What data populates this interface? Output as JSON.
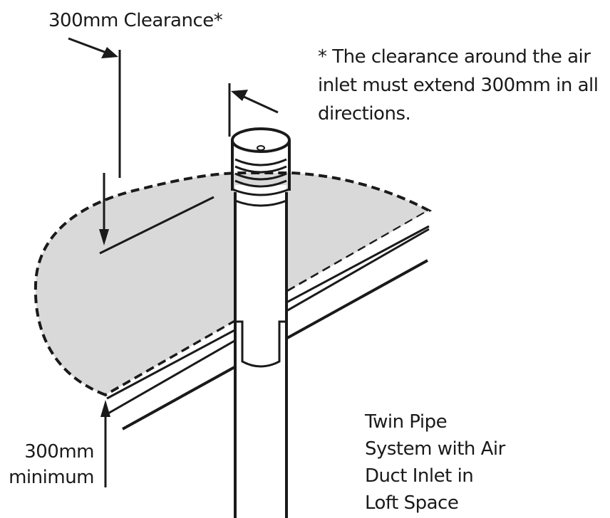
{
  "labels": {
    "clearance_top": "300mm Clearance*",
    "note": [
      "* The clearance around the air",
      "inlet must extend 300mm in all",
      "directions."
    ],
    "minimum": [
      "300mm",
      "minimum"
    ],
    "system": [
      "Twin Pipe",
      "System with Air",
      "Duct Inlet in",
      "Loft Space"
    ]
  },
  "colors": {
    "line": "#1a1a1a",
    "clearance_fill": "#d9d9d9",
    "background": "#ffffff"
  }
}
